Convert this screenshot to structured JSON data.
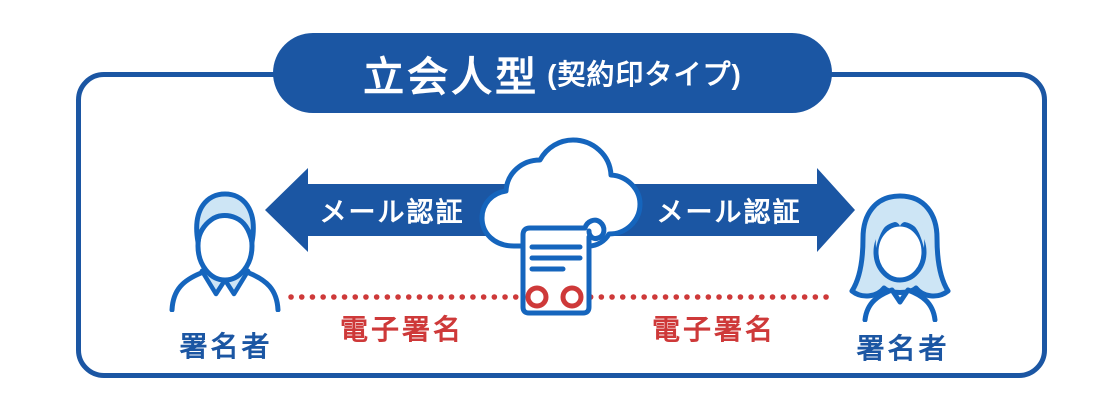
{
  "colors": {
    "primary_blue": "#1B56A3",
    "icon_blue": "#1565BD",
    "light_blue": "#CDE5F5",
    "accent_red": "#CE3939",
    "background": "#FFFFFF"
  },
  "title": {
    "main": "立会人型",
    "sub": "(契約印タイプ)"
  },
  "flow": {
    "center": {
      "icon": "cloud-contract-document-icon",
      "seal_count": 2
    },
    "left": {
      "signer_label": "署名者",
      "signer_icon": "male-signer-icon",
      "auth_label": "メール認証",
      "esign_label": "電子署名"
    },
    "right": {
      "signer_label": "署名者",
      "signer_icon": "female-signer-icon",
      "auth_label": "メール認証",
      "esign_label": "電子署名"
    }
  }
}
